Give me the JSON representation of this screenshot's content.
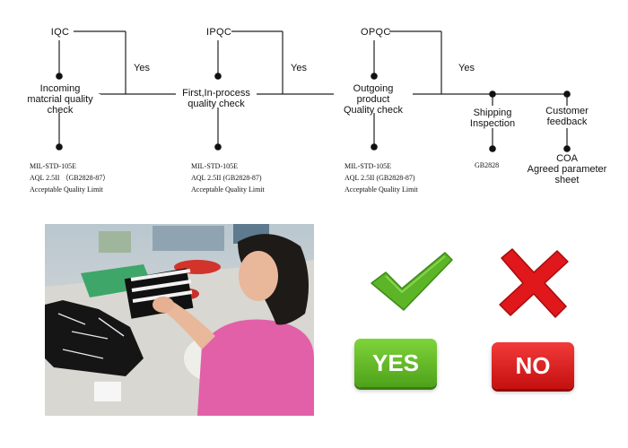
{
  "flow": {
    "stages": [
      {
        "head": "IQC",
        "check_lines": [
          "Incoming",
          "matcrial quality",
          "check"
        ],
        "std_lines": [
          "MIL-STD-105E",
          "AQL 2.5II （GB2828-87）",
          "Acceptable Quality Limit"
        ]
      },
      {
        "head": "IPQC",
        "check_lines": [
          "First,In-process",
          "quality check"
        ],
        "std_lines": [
          "MIL-STD-105E",
          "AQL 2.5II (GB2828-87)",
          "Acceptable Quality Limit"
        ]
      },
      {
        "head": "OPQC",
        "check_lines": [
          "Outgoing",
          "product",
          "Quality check"
        ],
        "std_lines": [
          "MIL-STD-105E",
          "AQL 2.5II (GB2828-87)",
          "Acceptable Quality Limit"
        ]
      }
    ],
    "yes_labels": [
      "Yes",
      "Yes",
      "Yes"
    ],
    "shipping": {
      "lines": [
        "Shipping",
        "Inspection"
      ],
      "std": "GB2828"
    },
    "feedback": {
      "lines": [
        "Customer",
        "feedback"
      ],
      "result_lines": [
        "COA",
        "Agreed parameter",
        "sheet"
      ]
    }
  },
  "buttons": {
    "yes": "YES",
    "no": "NO"
  },
  "colors": {
    "yes_green": "#5bb526",
    "no_red": "#e0171b",
    "line": "#222222"
  }
}
